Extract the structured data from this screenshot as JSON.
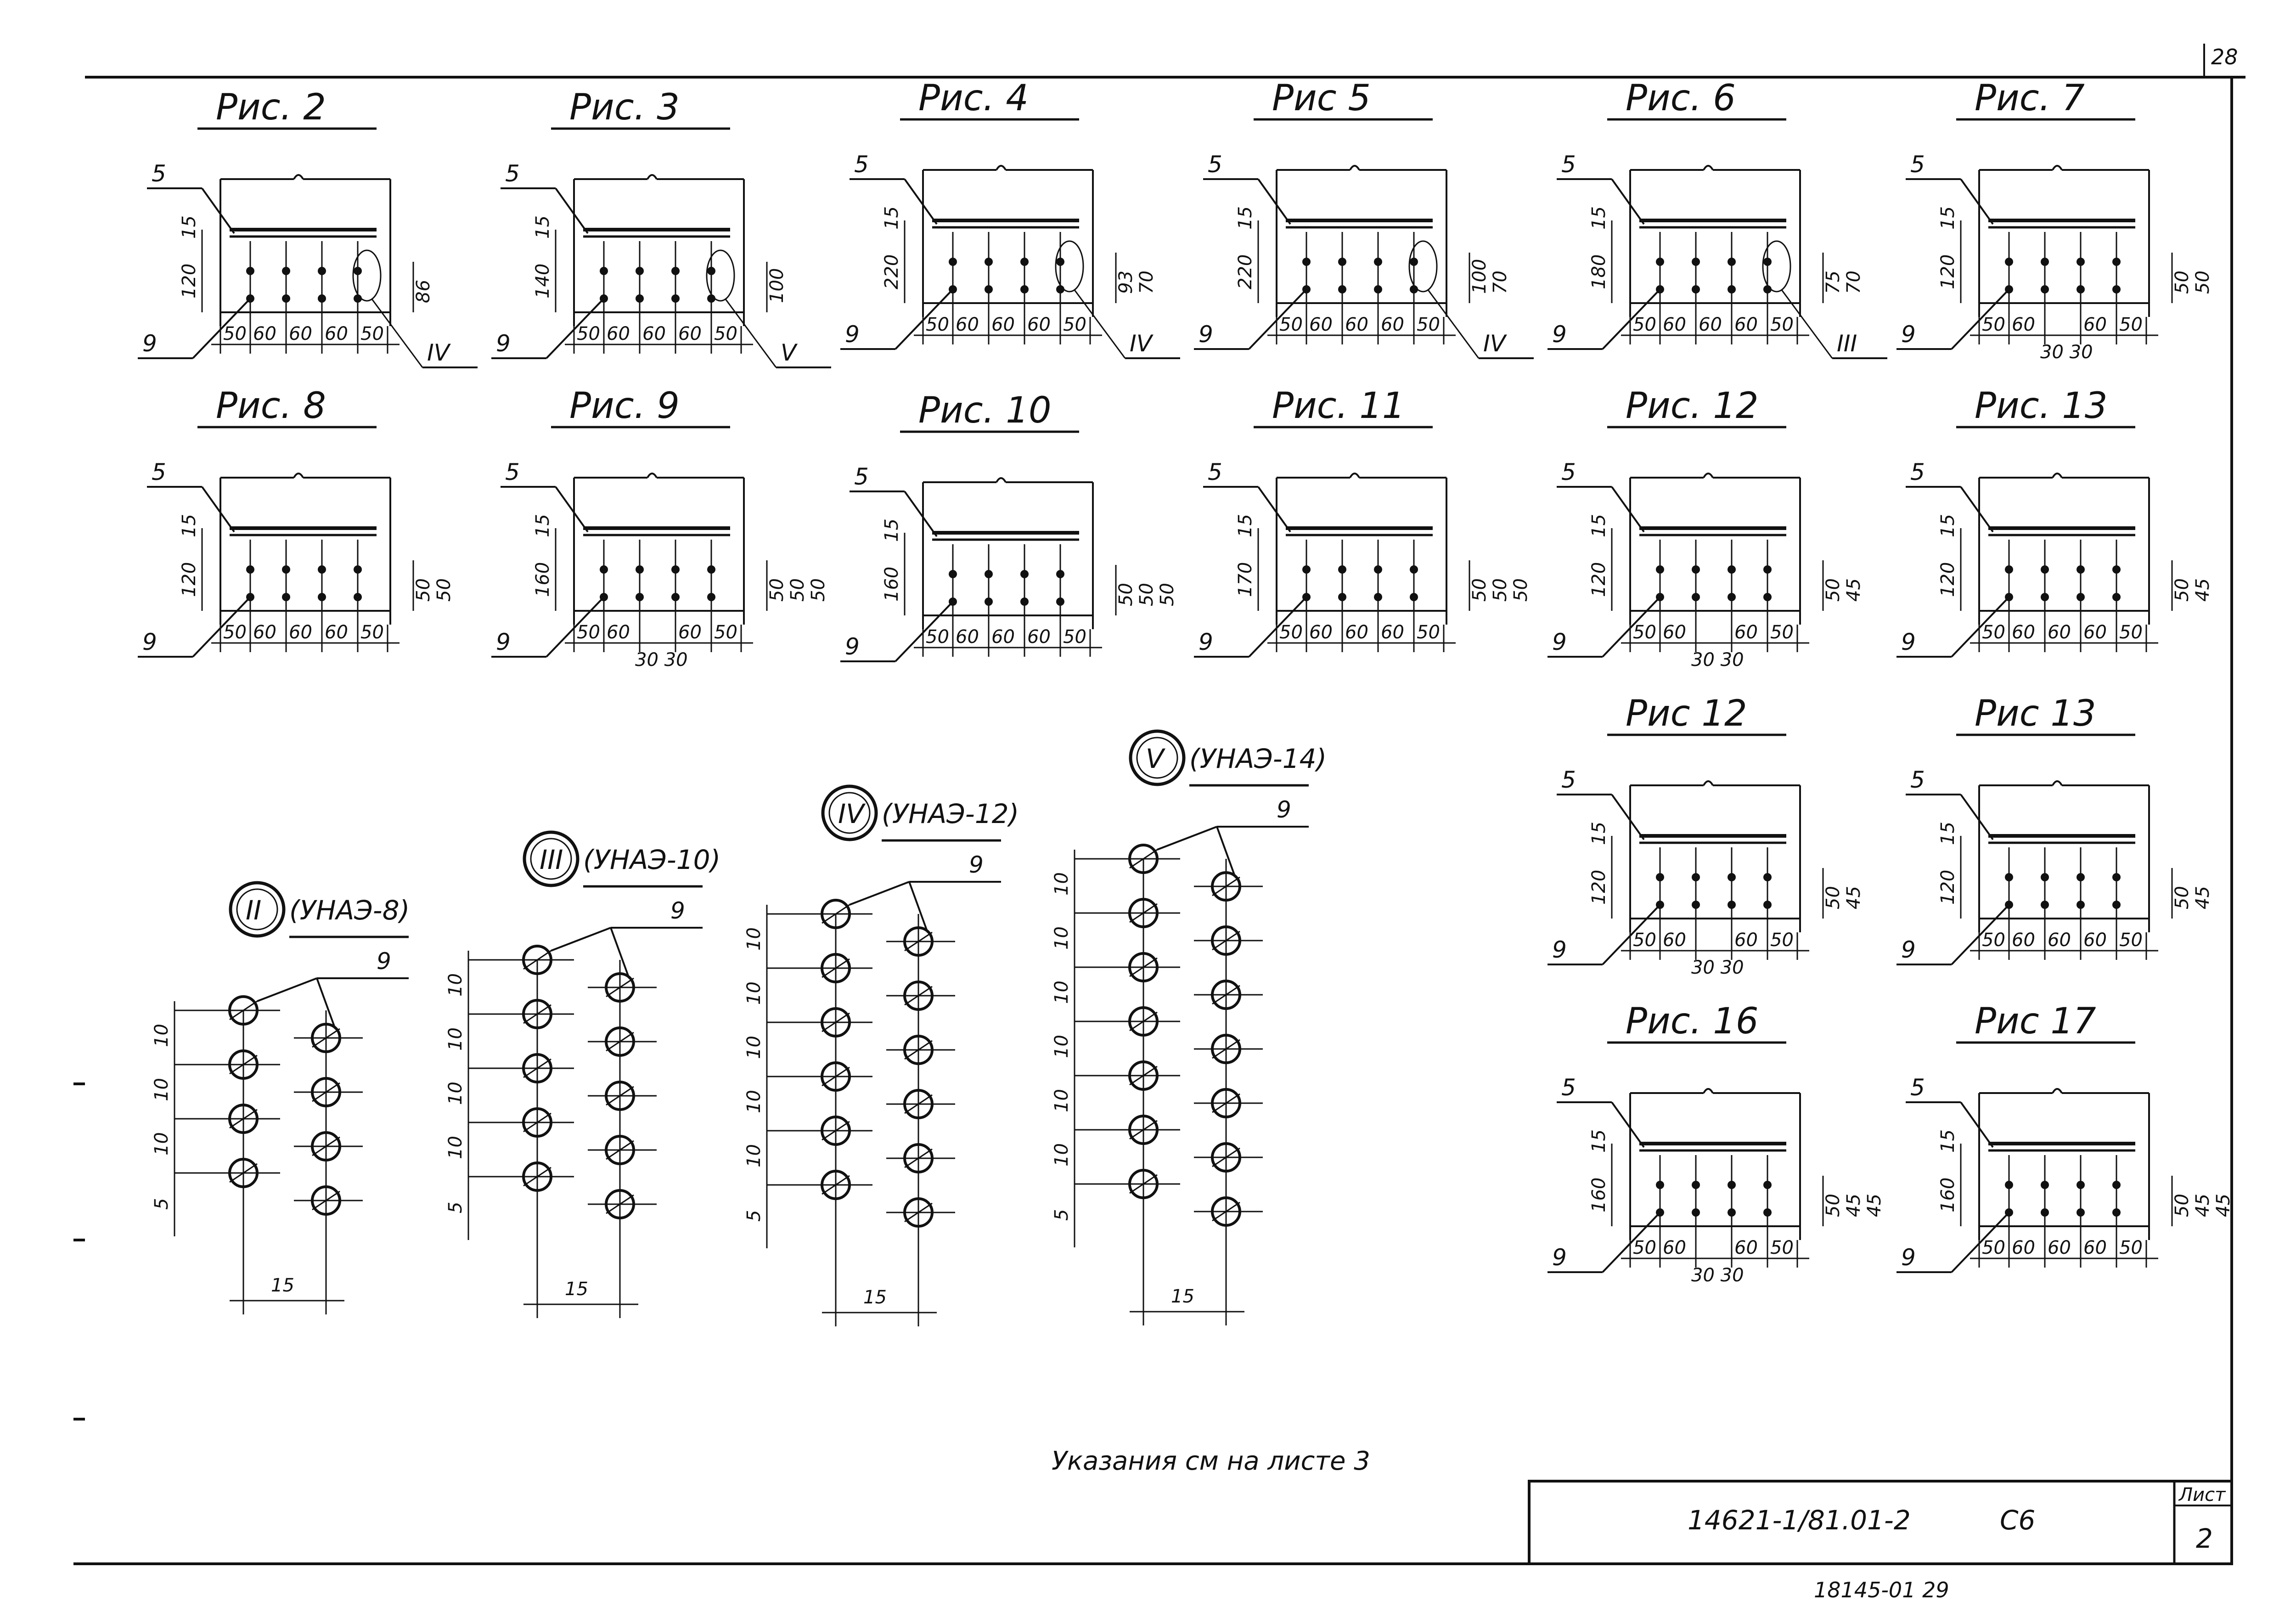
{
  "sheet": {
    "corner_number": "28",
    "note": "Указания см на листе 3",
    "doc_code": "14621-1/81.01-2",
    "doc_suffix": "С6",
    "sheet_label": "Лист",
    "sheet_number": "2",
    "bottom_handwritten": "18145-01   29"
  },
  "figures": [
    {
      "title": "Рис. 2",
      "hlabels": [
        "50",
        "60",
        "60",
        "60",
        "50"
      ],
      "vlabels": [
        "120",
        "15"
      ],
      "rlabels": [
        "86"
      ],
      "extra": "",
      "ref": "IV"
    },
    {
      "title": "Рис. 3",
      "hlabels": [
        "50",
        "60",
        "60",
        "60",
        "50"
      ],
      "vlabels": [
        "140",
        "15"
      ],
      "rlabels": [
        "100"
      ],
      "extra": "",
      "ref": "V"
    },
    {
      "title": "Рис. 4",
      "hlabels": [
        "50",
        "60",
        "60",
        "60",
        "50"
      ],
      "vlabels": [
        "220",
        "15"
      ],
      "rlabels": [
        "93",
        "70"
      ],
      "extra": "",
      "ref": "IV"
    },
    {
      "title": "Рис 5",
      "hlabels": [
        "50",
        "60",
        "60",
        "60",
        "50"
      ],
      "vlabels": [
        "220",
        "15"
      ],
      "rlabels": [
        "100",
        "70"
      ],
      "extra": "",
      "ref": "IV"
    },
    {
      "title": "Рис. 6",
      "hlabels": [
        "50",
        "60",
        "60",
        "60",
        "50"
      ],
      "vlabels": [
        "180",
        "15"
      ],
      "rlabels": [
        "75",
        "70"
      ],
      "extra": "",
      "ref": "III"
    },
    {
      "title": "Рис. 7",
      "hlabels": [
        "50",
        "60",
        "",
        "60",
        "50"
      ],
      "vlabels": [
        "120",
        "15"
      ],
      "rlabels": [
        "50",
        "50"
      ],
      "extra": "30 30",
      "ref": ""
    },
    {
      "title": "Рис. 8",
      "hlabels": [
        "50",
        "60",
        "60",
        "60",
        "50"
      ],
      "vlabels": [
        "120",
        "15"
      ],
      "rlabels": [
        "50",
        "50"
      ],
      "extra": "",
      "ref": ""
    },
    {
      "title": "Рис. 9",
      "hlabels": [
        "50",
        "60",
        "",
        "60",
        "50"
      ],
      "vlabels": [
        "160",
        "15"
      ],
      "rlabels": [
        "50",
        "50",
        "50"
      ],
      "extra": "30 30",
      "ref": ""
    },
    {
      "title": "Рис. 10",
      "hlabels": [
        "50",
        "60",
        "60",
        "60",
        "50"
      ],
      "vlabels": [
        "160",
        "15"
      ],
      "rlabels": [
        "50",
        "50",
        "50"
      ],
      "extra": "",
      "ref": ""
    },
    {
      "title": "Рис. 11",
      "hlabels": [
        "50",
        "60",
        "60",
        "60",
        "50"
      ],
      "vlabels": [
        "170",
        "15"
      ],
      "rlabels": [
        "50",
        "50",
        "50"
      ],
      "extra": "",
      "ref": ""
    },
    {
      "title": "Рис. 12",
      "hlabels": [
        "50",
        "60",
        "",
        "60",
        "50"
      ],
      "vlabels": [
        "120",
        "15"
      ],
      "rlabels": [
        "50",
        "45"
      ],
      "extra": "30 30",
      "ref": ""
    },
    {
      "title": "Рис. 13",
      "hlabels": [
        "50",
        "60",
        "60",
        "60",
        "50"
      ],
      "vlabels": [
        "120",
        "15"
      ],
      "rlabels": [
        "50",
        "45"
      ],
      "extra": "",
      "ref": ""
    },
    {
      "title": "Рис 12",
      "hlabels": [
        "50",
        "60",
        "",
        "60",
        "50"
      ],
      "vlabels": [
        "120",
        "15"
      ],
      "rlabels": [
        "50",
        "45"
      ],
      "extra": "30 30",
      "ref": ""
    },
    {
      "title": "Рис 13",
      "hlabels": [
        "50",
        "60",
        "60",
        "60",
        "50"
      ],
      "vlabels": [
        "120",
        "15"
      ],
      "rlabels": [
        "50",
        "45"
      ],
      "extra": "",
      "ref": ""
    },
    {
      "title": "Рис. 16",
      "hlabels": [
        "50",
        "60",
        "",
        "60",
        "50"
      ],
      "vlabels": [
        "160",
        "15"
      ],
      "rlabels": [
        "50",
        "45",
        "45"
      ],
      "extra": "30 30",
      "ref": ""
    },
    {
      "title": "Рис 17",
      "hlabels": [
        "50",
        "60",
        "60",
        "60",
        "50"
      ],
      "vlabels": [
        "160",
        "15"
      ],
      "rlabels": [
        "50",
        "45",
        "45"
      ],
      "extra": "",
      "ref": ""
    }
  ],
  "details": [
    {
      "roman": "II",
      "name": "(УНАЭ-8)",
      "left_rows": 4,
      "right_rows": 4,
      "vlabels": [
        "5",
        "10",
        "10",
        "10"
      ],
      "bottom": "15",
      "callout": "9"
    },
    {
      "roman": "III",
      "name": "(УНАЭ-10)",
      "left_rows": 5,
      "right_rows": 5,
      "vlabels": [
        "5",
        "10",
        "10",
        "10",
        "10"
      ],
      "bottom": "15",
      "callout": "9"
    },
    {
      "roman": "IV",
      "name": "(УНАЭ-12)",
      "left_rows": 6,
      "right_rows": 6,
      "vlabels": [
        "5",
        "10",
        "10",
        "10",
        "10",
        "10"
      ],
      "bottom": "15",
      "callout": "9"
    },
    {
      "roman": "V",
      "name": "(УНАЭ-14)",
      "left_rows": 7,
      "right_rows": 7,
      "vlabels": [
        "5",
        "10",
        "10",
        "10",
        "10",
        "10",
        "10"
      ],
      "bottom": "15",
      "callout": "9"
    }
  ],
  "callouts": {
    "top_bar": "5",
    "rods": "9"
  }
}
